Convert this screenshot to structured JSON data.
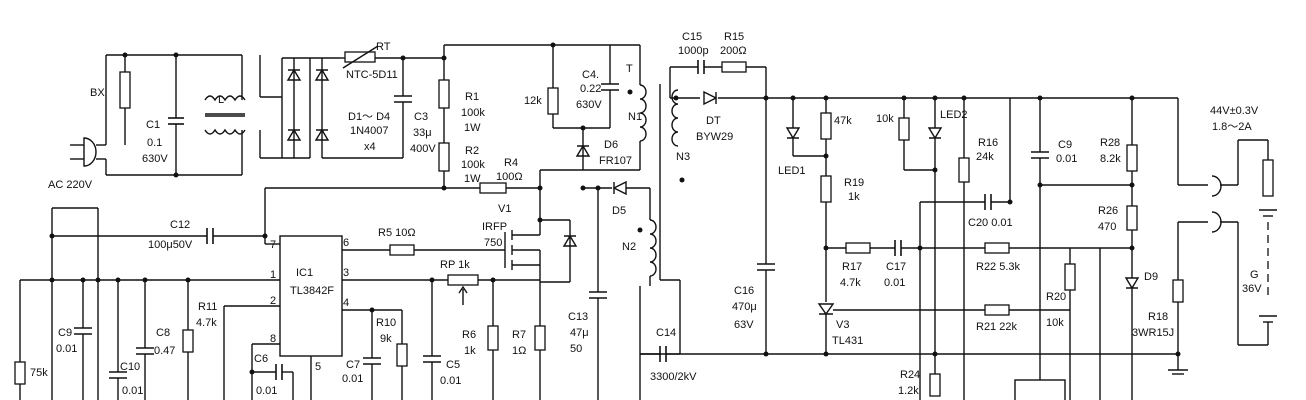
{
  "labels": {
    "BX": "BX",
    "AC": "AC  220V",
    "C1": "C1",
    "C1v": "0.1",
    "C1r": "630V",
    "L": "L",
    "RT": "RT",
    "NTC": "NTC-5D11",
    "D1D4": "D1～ D4",
    "IN4007": "1N4007",
    "x4": "x4",
    "C3": "C3",
    "C3v": "33μ",
    "C3r": "400V",
    "R1": "R1",
    "R1v": "100k",
    "R1w": "1W",
    "R2": "R2",
    "R2v": "100k",
    "R2w": "1W",
    "R4": "R4",
    "R4v": "100Ω",
    "r12k": "12k",
    "C4": "C4.",
    "C4v": "0.22",
    "C4r": "630V",
    "T": "T",
    "D6": "D6",
    "D6v": "FR107",
    "N1": "N1",
    "N2": "N2",
    "N3": "N3",
    "C15": "C15",
    "C15v": "1000p",
    "R15": "R15",
    "R15v": "200Ω",
    "DT": "DT",
    "DTv": "BYW29",
    "LED1": "LED1",
    "LED2": "LED2",
    "r47k": "47k",
    "r10k": "10k",
    "R19": "R19",
    "R19v": "1k",
    "R16": "R16",
    "R16v": "24k",
    "C9r": "C9",
    "C9rv": "0.01",
    "R28": "R28",
    "R28v": "8.2k",
    "C20": "C20  0.01",
    "R26": "R26",
    "R26v": "470",
    "R17": "R17",
    "R17v": "4.7k",
    "C17": "C17",
    "C17v": "0.01",
    "R22": "R22  5.3k",
    "R21": "R21  22k",
    "R20": "R20",
    "R20v": "10k",
    "V3": "V3",
    "TL431": "TL431",
    "D9": "D9",
    "R18": "R18",
    "R18v": "3WR15J",
    "out": "44V±0.3V",
    "outA": "1.8～2A",
    "G": "G",
    "Gv": "36V",
    "R24": "R24",
    "R24v": "1.2k",
    "C12": "C12",
    "C12v": "100μ50V",
    "IC1": "IC1",
    "TL3842F": "TL3842F",
    "p7": "7",
    "p6": "6",
    "p1": "1",
    "p3": "3",
    "p2": "2",
    "p4": "4",
    "p8": "8",
    "p5": "5",
    "R5": "R5  10Ω",
    "V1": "V1",
    "IRFP": "IRFP",
    "IRFPv": "750",
    "RP": "RP  1k",
    "D5": "D5",
    "R6": "R6",
    "R6v": "1k",
    "R7": "R7",
    "R7v": "1Ω",
    "C13": "C13",
    "C13v": "47μ",
    "C13r": "50",
    "C14": "C14",
    "C14v": "3300/2kV",
    "C16": "C16",
    "C16v": "470μ",
    "C16r": "63V",
    "R11": "R11",
    "R11v": "4.7k",
    "R10": "R10",
    "R10v": "9k",
    "C9": "C9",
    "C9v": "0.01",
    "C10": "C10",
    "C10v": "0.01",
    "C8": "C8",
    "C8v": "0.47",
    "C6": "C6",
    "C6v": "0.01",
    "C7": "C7",
    "C7v": "0.01",
    "C5": "C5",
    "C5v": "0.01",
    "r75k": "75k"
  }
}
